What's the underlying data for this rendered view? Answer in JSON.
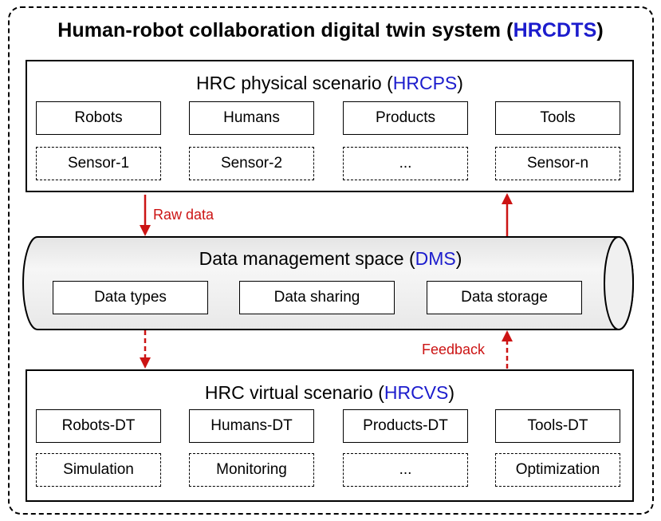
{
  "system": {
    "title": "Human-robot collaboration digital twin system (",
    "acronym": "HRCDTS",
    "close": ")"
  },
  "physical": {
    "title": "HRC physical scenario (",
    "acronym": "HRCPS",
    "close": ")",
    "entities": [
      "Robots",
      "Humans",
      "Products",
      "Tools"
    ],
    "sensors": [
      "Sensor-1",
      "Sensor-2",
      "...",
      "Sensor-n"
    ]
  },
  "dms": {
    "title": "Data management space (",
    "acronym": "DMS",
    "close": ")",
    "items": [
      "Data types",
      "Data sharing",
      "Data storage"
    ]
  },
  "virtual": {
    "title": "HRC virtual scenario (",
    "acronym": "HRCVS",
    "close": ")",
    "entities": [
      "Robots-DT",
      "Humans-DT",
      "Products-DT",
      "Tools-DT"
    ],
    "functions": [
      "Simulation",
      "Monitoring",
      "...",
      "Optimization"
    ]
  },
  "flows": {
    "raw_data": "Raw data",
    "feedback": "Feedback"
  },
  "colors": {
    "acronym": "#1c1ccd",
    "arrow": "#cc1414",
    "cylinder": "#ececec"
  }
}
